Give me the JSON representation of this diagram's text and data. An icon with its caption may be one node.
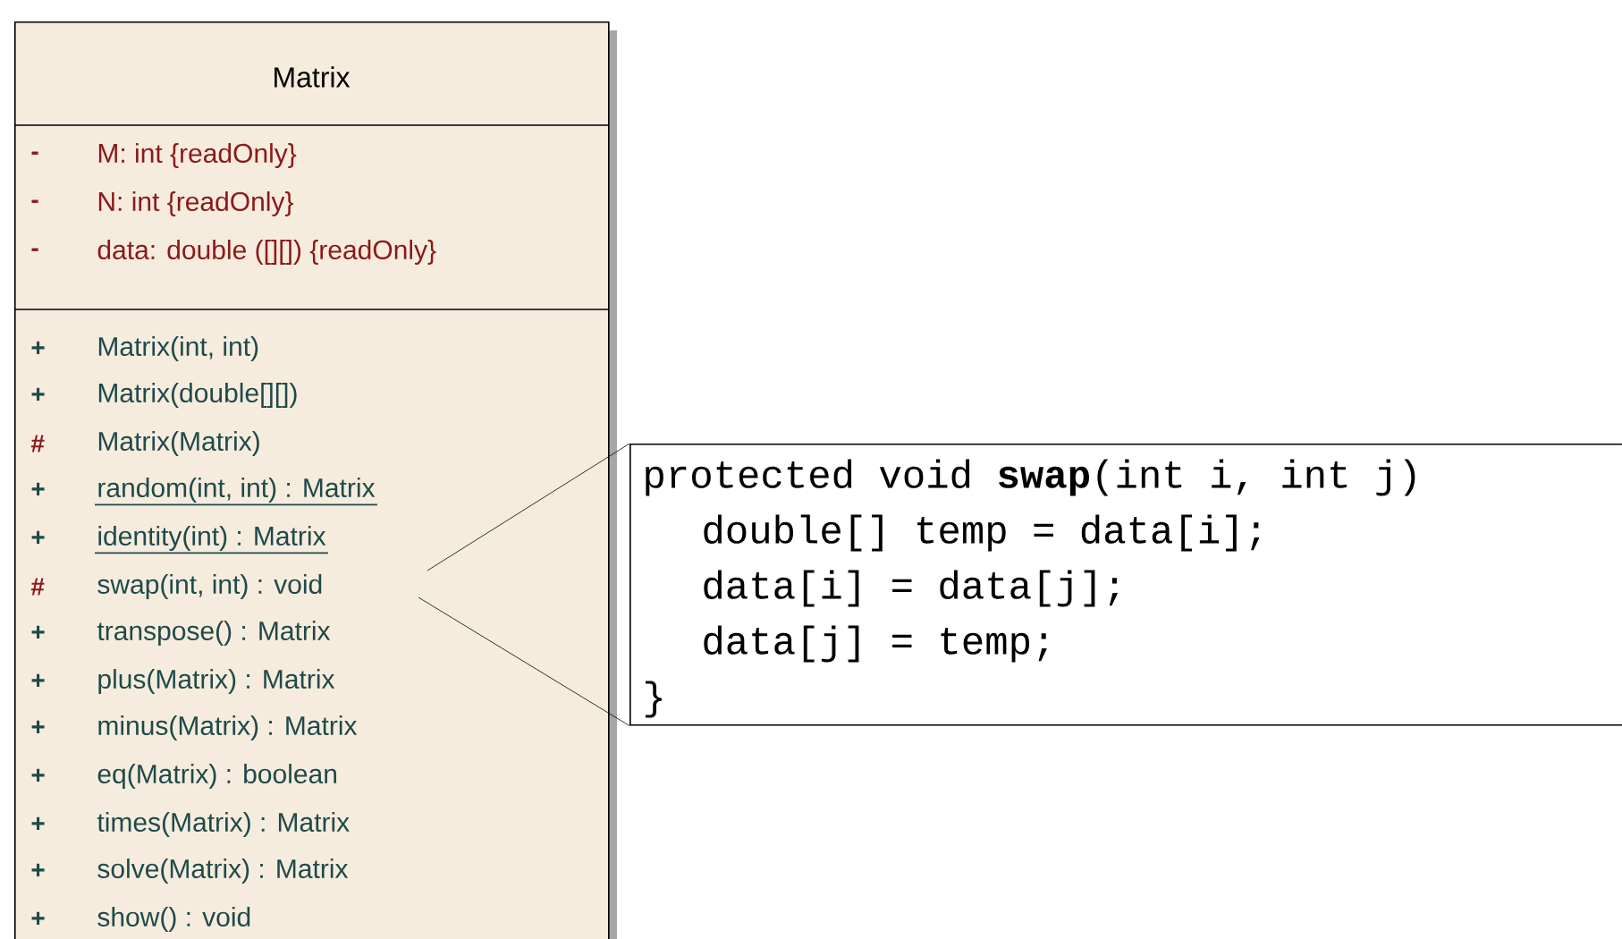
{
  "diagram": {
    "nodes": [
      {
        "text": [
          "Matrix"
        ]
      },
      {
        "text": [
          "-",
          "M:  int {readOnly}",
          "-",
          "N:  int {readOnly}",
          "-",
          "data:  double ([][]) {readOnly}"
        ],
        "in": 0
      },
      {
        "text": [
          "+",
          "Matrix(int, int)",
          "+",
          "Matrix(double[][])",
          "#",
          "Matrix(Matrix)",
          "+",
          "random(int, int) : Matrix",
          "+",
          "identity(int) : Matrix",
          "#",
          "swap(int, int) : void",
          "+",
          "transpose() : Matrix",
          "+",
          "plus(Matrix) : Matrix",
          "+",
          "minus(Matrix) : Matrix",
          "+",
          "eq(Matrix) : boolean",
          "+",
          "times(Matrix) : Matrix",
          "+",
          "solve(Matrix) : Matrix",
          "+",
          "show() : void"
        ],
        "in": 0
      },
      {
        "text": [
          "protected void **swap**(int i, int j)",
          "double[] temp = data[i];",
          "data[i] = data[j];",
          "data[j] = temp;",
          "}"
        ]
      }
    ],
    "edges": [
      {
        "from": 2,
        "to": 3,
        "arrow": "none"
      },
      {
        "from": 2,
        "to": 3,
        "arrow": "none"
      }
    ]
  }
}
